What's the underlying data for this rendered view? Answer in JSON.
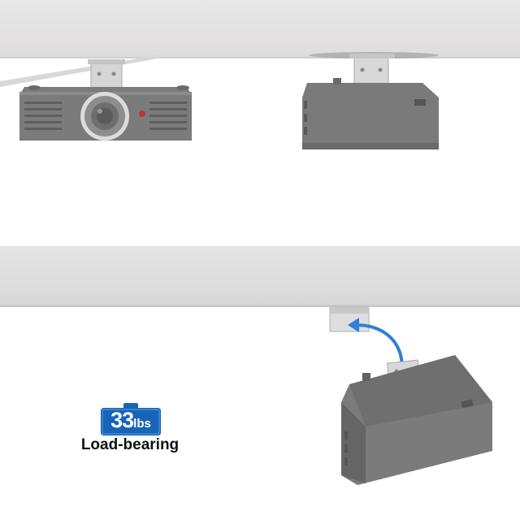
{
  "badge": {
    "weight_value": "33",
    "weight_unit": "lbs",
    "caption": "Load-bearing",
    "badge_color": "#1665b8"
  },
  "colors": {
    "projector_body": "#7a7a7a",
    "projector_dark": "#5a5a5a",
    "bracket": "#d8d8d8",
    "ceiling": "#e4e3e3",
    "arrow": "#2f80d8"
  }
}
